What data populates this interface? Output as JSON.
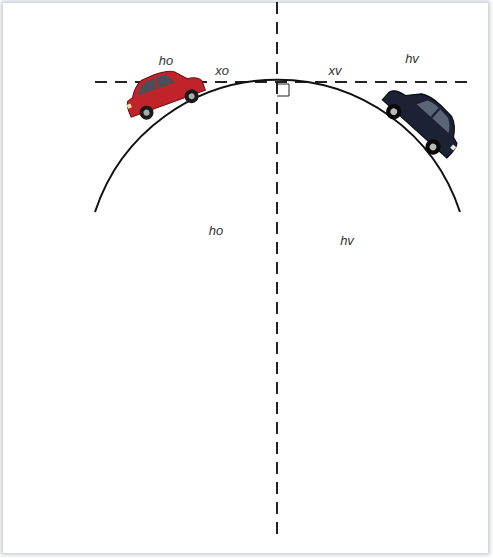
{
  "diagram": {
    "labels": [
      "ho",
      "xo",
      "xv",
      "hv",
      "ho",
      "hv"
    ]
  }
}
